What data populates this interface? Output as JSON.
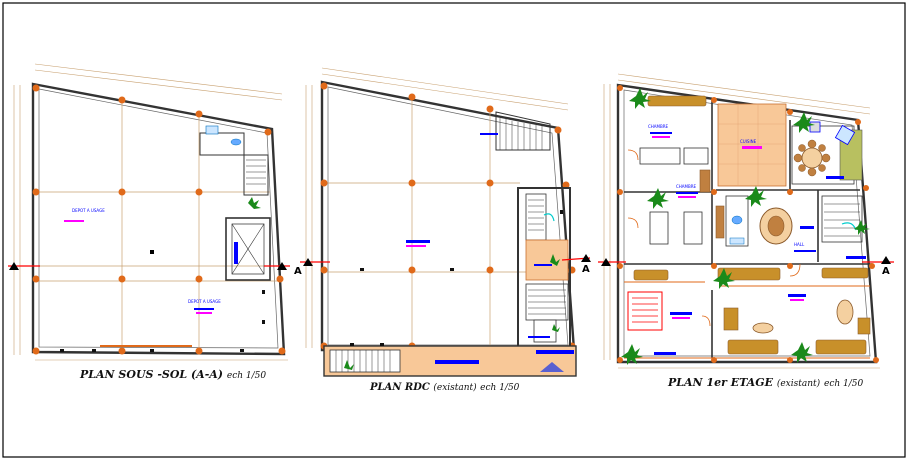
{
  "plans": [
    {
      "id": "sous-sol",
      "title": "PLAN SOUS -SOL (A-A)",
      "scale": "ech 1/50"
    },
    {
      "id": "rdc",
      "title": "PLAN RDC",
      "subtitle": "(existant)",
      "scale": "ech 1/50"
    },
    {
      "id": "etage",
      "title": "PLAN 1er ETAGE",
      "subtitle": "(existant)",
      "scale": "ech 1/50"
    }
  ],
  "section_marker": "A",
  "room_labels": {
    "depot1": "DEPOT A USAGE",
    "depot2": "DEPOT A USAGE",
    "chambre1": "CHAMBRE",
    "chambre2": "CHAMBRE",
    "cuisine": "CUISINE",
    "hall": "HALL"
  },
  "colors": {
    "wall": "#333333",
    "column": "#e06a1a",
    "dimension": "#c8a070",
    "floor_tile": "#f8c898",
    "section_line": "#ff0000",
    "tag": "#0000ff",
    "accent": "#ff00ff",
    "furniture": "#8b5a2b",
    "plant": "#1a8a1a"
  }
}
